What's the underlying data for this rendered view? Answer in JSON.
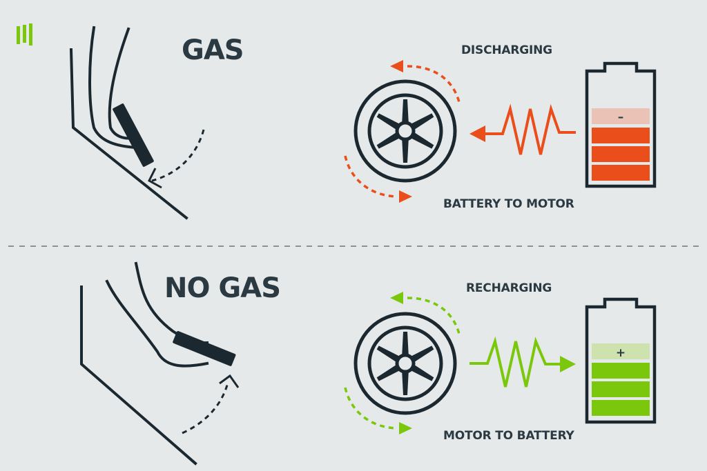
{
  "top": {
    "title": "GAS",
    "state_label": "DISCHARGING",
    "flow_label": "BATTERY TO MOTOR",
    "battery_sign": "–"
  },
  "bottom": {
    "title": "NO GAS",
    "state_label": "RECHARGING",
    "flow_label": "MOTOR TO BATTERY",
    "battery_sign": "+"
  },
  "colors": {
    "ink": "#1c2830",
    "discharge": "#e94e1b",
    "discharge_light": "#ebc3b6",
    "charge": "#7ac70c",
    "charge_light": "#cde2ad",
    "background": "#e6e9ea"
  },
  "icons": [
    "logo-mark-icon",
    "foot-icon",
    "pedal-icon",
    "wheel-icon",
    "battery-icon",
    "zigzag-current-icon",
    "dashed-arrow-icon"
  ]
}
